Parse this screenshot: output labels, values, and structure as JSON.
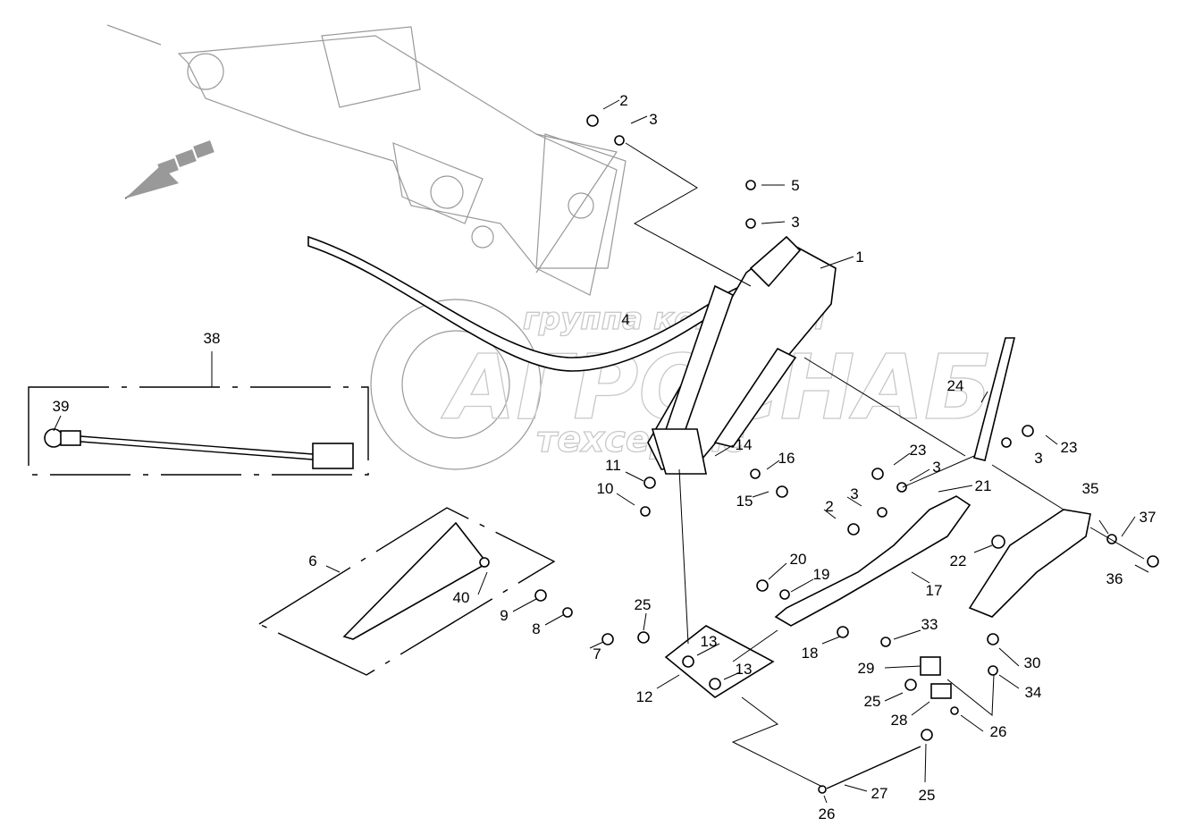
{
  "watermark": {
    "line1": "группа компаний",
    "line2": "АГРОСНАБ",
    "line3": "техсервис"
  },
  "callouts": [
    "2",
    "3",
    "5",
    "3",
    "1",
    "4",
    "38",
    "39",
    "24",
    "23",
    "3",
    "23",
    "3",
    "21",
    "3",
    "2",
    "22",
    "35",
    "37",
    "36",
    "14",
    "16",
    "15",
    "11",
    "10",
    "6",
    "40",
    "9",
    "8",
    "7",
    "20",
    "19",
    "17",
    "18",
    "25",
    "13",
    "13",
    "12",
    "33",
    "30",
    "29",
    "34",
    "25",
    "28",
    "26",
    "25",
    "27",
    "26"
  ]
}
